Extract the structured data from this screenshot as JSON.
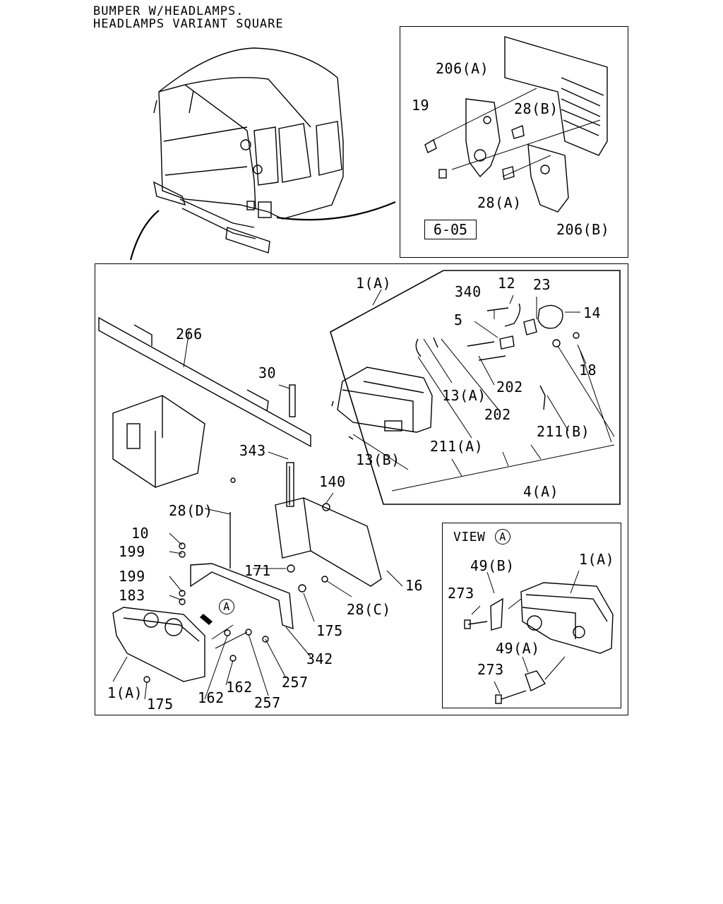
{
  "title": {
    "line1": "BUMPER W/HEADLAMPS.",
    "line2": "HEADLAMPS VARIANT SQUARE"
  },
  "inset_top_labels": {
    "p206a": "206(A)",
    "p19": "19",
    "p28b": "28(B)",
    "p28a": "28(A)",
    "p206b": "206(B)",
    "ref": "6-05"
  },
  "main_labels": {
    "p266": "266",
    "p30": "30",
    "p343": "343",
    "p140": "140",
    "p28d": "28(D)",
    "p10": "10",
    "p199a": "199",
    "p171": "171",
    "p16": "16",
    "p199b": "199",
    "p183": "183",
    "p28c": "28(C)",
    "p175a": "175",
    "p342": "342",
    "p257a": "257",
    "p1a": "1(A)",
    "p162a": "162",
    "p162b": "162",
    "p257b": "257",
    "p175b": "175"
  },
  "exploded_labels": {
    "p1a": "1(A)",
    "p340": "340",
    "p12": "12",
    "p23": "23",
    "p14": "14",
    "p5": "5",
    "p18": "18",
    "p13a": "13(A)",
    "p202a": "202",
    "p202b": "202",
    "p211a": "211(A)",
    "p211b": "211(B)",
    "p13b": "13(B)",
    "p4a": "4(A)"
  },
  "view_a": {
    "title": "VIEW",
    "marker": "A",
    "p49b": "49(B)",
    "p1a": "1(A)",
    "p273a": "273",
    "p49a": "49(A)",
    "p273b": "273"
  },
  "view_marker_main": "A"
}
